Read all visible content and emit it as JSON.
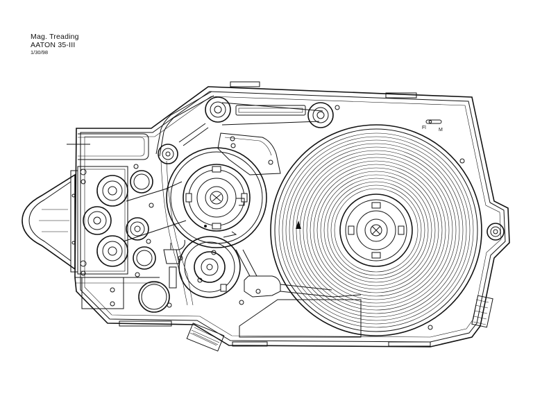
{
  "header": {
    "title": "Mag. Treading",
    "model": "AATON 35-III",
    "date": "1/30/98"
  },
  "diagram": {
    "mode_labels": {
      "left": "Fl",
      "right": "M"
    },
    "colors": {
      "line": "#111111",
      "background": "#ffffff"
    }
  }
}
